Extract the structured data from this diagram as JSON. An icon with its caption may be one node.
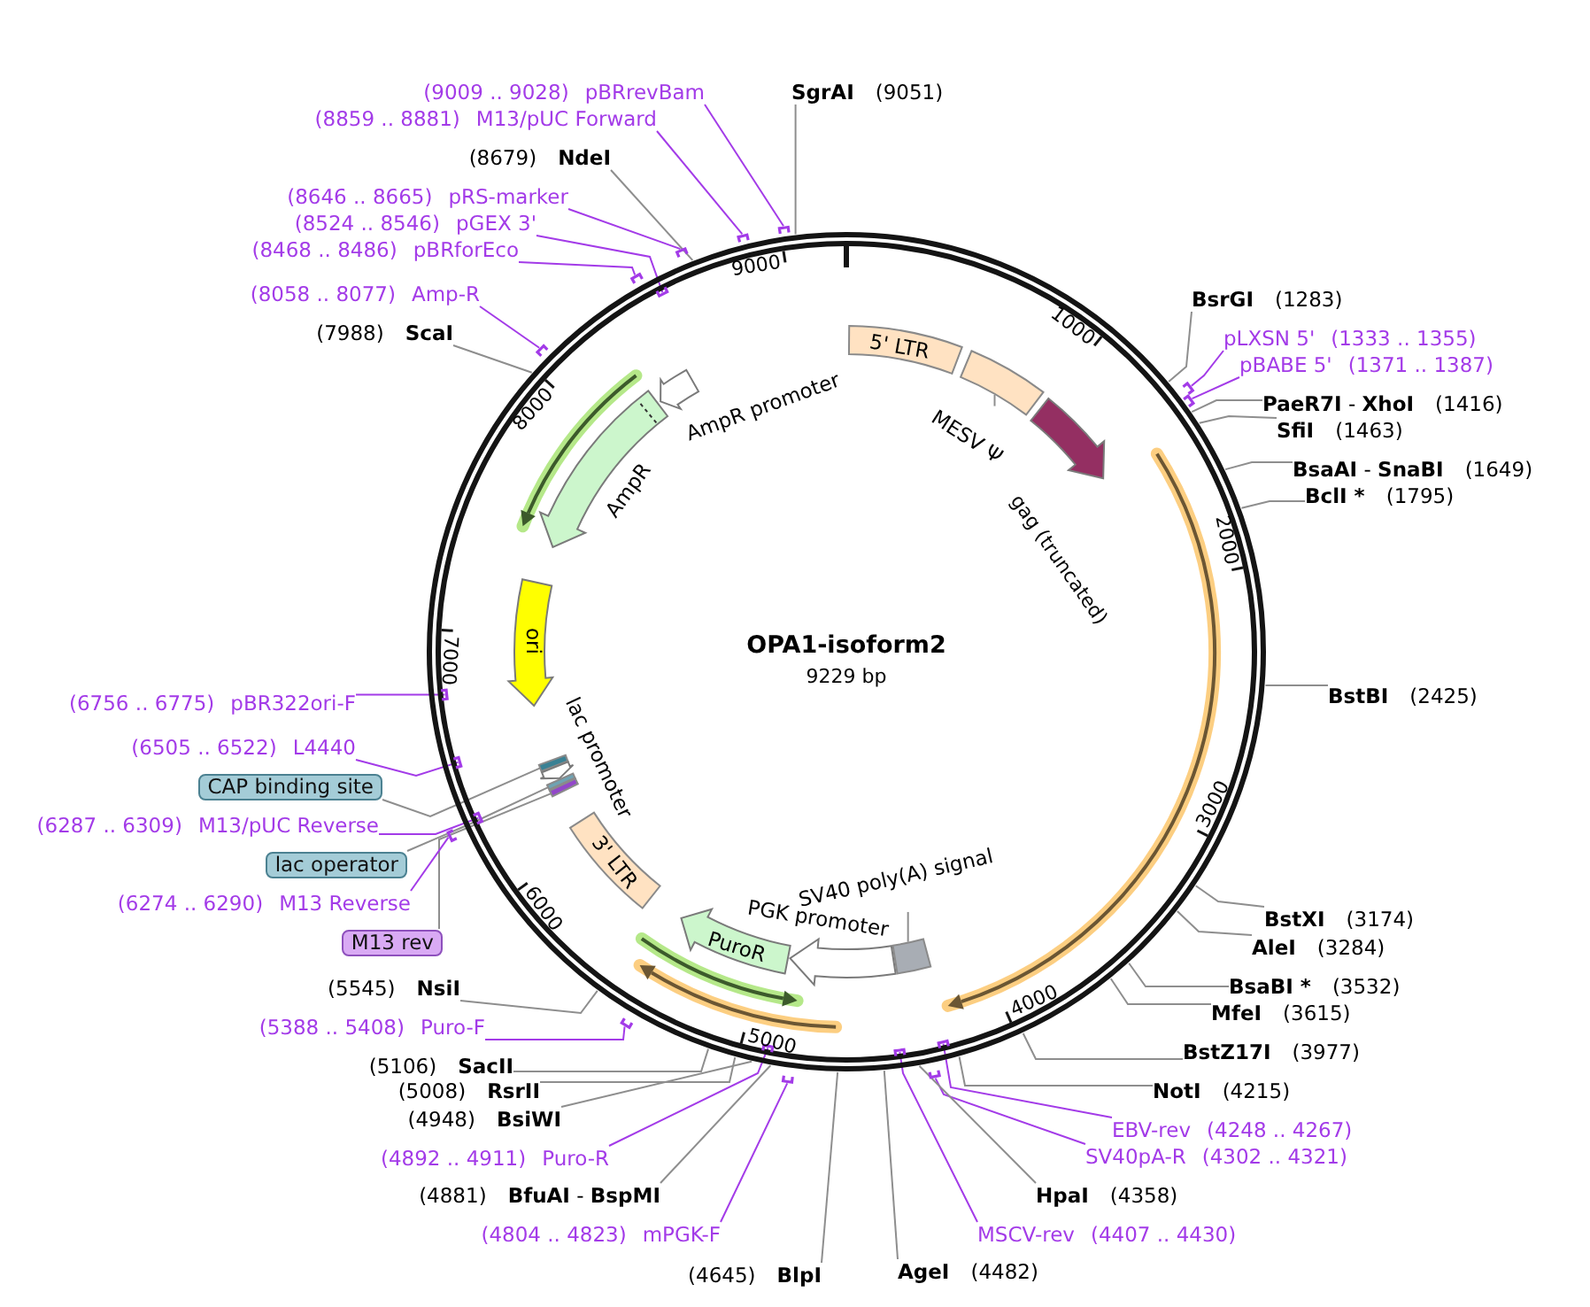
{
  "diagram": {
    "title": "OPA1-isoform2",
    "nodes": [
      {
        "text": [],
        "shape": "circle"
      },
      {
        "text": [
          "SgrAI",
          "(9051)"
        ]
      },
      {
        "text": [
          "BsrGI",
          "(1283)"
        ]
      },
      {
        "text": [
          "pLXSN 5'",
          "(1333 .. 1355)"
        ]
      },
      {
        "text": [],
        "shape": "bar"
      },
      {
        "text": [
          "pBABE 5'",
          "(1371 .. 1387)"
        ]
      },
      {
        "text": [],
        "shape": "bar"
      },
      {
        "text": [
          "**PaeR7I** - **XhoI**",
          "(1416)"
        ]
      },
      {
        "text": [
          "SfiI",
          "(1463)"
        ]
      },
      {
        "text": [
          "**BsaAI** - **SnaBI**",
          "(1649)"
        ]
      },
      {
        "text": [
          "BclI *",
          "(1795)"
        ]
      },
      {
        "text": [
          "BstBI",
          "(2425)"
        ]
      },
      {
        "text": [
          "BstXI",
          "(3174)"
        ]
      },
      {
        "text": [
          "AleI",
          "(3284)"
        ]
      },
      {
        "text": [
          "BsaBI *",
          "(3532)"
        ]
      },
      {
        "text": [
          "MfeI",
          "(3615)"
        ]
      },
      {
        "text": [
          "BstZ17I",
          "(3977)"
        ]
      },
      {
        "text": [
          "NotI",
          "(4215)"
        ]
      },
      {
        "text": [
          "EBV-rev",
          "(4248 .. 4267)"
        ]
      },
      {
        "text": [],
        "shape": "bar",
        "in": 0
      },
      {
        "text": [
          "SV40pA-R",
          "(4302 .. 4321)"
        ]
      },
      {
        "text": [],
        "shape": "bar"
      },
      {
        "text": [
          "HpaI",
          "(4358)"
        ]
      },
      {
        "text": [
          "MSCV-rev",
          "(4407 .. 4430)"
        ]
      },
      {
        "text": [],
        "shape": "bar",
        "in": 0
      },
      {
        "text": [
          "AgeI",
          "(4482)"
        ]
      },
      {
        "text": [
          "(4645)",
          "BlpI"
        ]
      },
      {
        "text": [
          "(4804 .. 4823)",
          "mPGK-F"
        ]
      },
      {
        "text": [],
        "shape": "bar"
      },
      {
        "text": [
          "(4881)",
          "**BfuAI** - **BspMI**"
        ]
      },
      {
        "text": [
          "(4892 .. 4911)",
          "Puro-R"
        ]
      },
      {
        "text": [],
        "shape": "bar",
        "in": 0
      },
      {
        "text": [
          "(4948)",
          "BsiWI"
        ]
      },
      {
        "text": [
          "(5008)",
          "RsrII"
        ]
      },
      {
        "text": [
          "(5106)",
          "SacII"
        ]
      },
      {
        "text": [
          "(5388 .. 5408)",
          "Puro-F"
        ]
      },
      {
        "text": [],
        "shape": "bar"
      },
      {
        "text": [
          "(5545)",
          "NsiI"
        ]
      },
      {
        "text": [
          "M13 rev"
        ]
      },
      {
        "text": [
          "(6274 .. 6290)",
          "M13 Reverse"
        ]
      },
      {
        "text": [],
        "shape": "bar"
      },
      {
        "text": [
          "lac operator"
        ]
      },
      {
        "text": [
          "(6287 .. 6309)",
          "M13/pUC Reverse"
        ]
      },
      {
        "text": [],
        "shape": "bar",
        "in": 0
      },
      {
        "text": [
          "CAP binding site"
        ]
      },
      {
        "text": [
          "(6505 .. 6522)",
          "L4440"
        ]
      },
      {
        "text": [],
        "shape": "bar",
        "in": 0
      },
      {
        "text": [
          "(6756 .. 6775)",
          "pBR322ori-F"
        ]
      },
      {
        "text": [],
        "shape": "bar",
        "in": 0
      },
      {
        "text": [
          "(7988)",
          "ScaI"
        ]
      },
      {
        "text": [
          "(8058 .. 8077)",
          "Amp-R"
        ]
      },
      {
        "text": [],
        "shape": "bar"
      },
      {
        "text": [
          "(8468 .. 8486)",
          "pBRforEco"
        ]
      },
      {
        "text": [],
        "shape": "bar"
      },
      {
        "text": [
          "(8524 .. 8546)",
          "pGEX 3'"
        ]
      },
      {
        "text": [],
        "shape": "bar",
        "in": 0
      },
      {
        "text": [
          "(8646 .. 8665)",
          "pRS-marker"
        ]
      },
      {
        "text": [],
        "shape": "bar"
      },
      {
        "text": [
          "(8679)",
          "NdeI"
        ]
      },
      {
        "text": [
          "(8859 .. 8881)",
          "M13/pUC Forward"
        ]
      },
      {
        "text": [],
        "shape": "bar"
      },
      {
        "text": [
          "(9009 .. 9028)",
          "pBRrevBam"
        ]
      },
      {
        "text": [],
        "shape": "bar"
      },
      {
        "text": [
          "5' LTR"
        ],
        "in": 0
      },
      {
        "text": [],
        "shape": "box",
        "in": 0
      },
      {
        "text": [
          "MESV Ψ"
        ],
        "in": 0
      },
      {
        "text": [],
        "shape": "arrow",
        "in": 0
      },
      {
        "text": [],
        "shape": "arrow",
        "in": 0
      },
      {
        "text": [],
        "shape": "box",
        "in": 0
      },
      {
        "text": [
          "SV40 poly(A) signal"
        ],
        "in": 0
      },
      {
        "text": [],
        "shape": "arrow",
        "beside": [
          "PGK promoter"
        ],
        "in": 0
      },
      {
        "text": [],
        "shape": "arrow",
        "in": 0
      },
      {
        "text": [],
        "shape": "arrow",
        "in": 0
      },
      {
        "text": [
          "PuroR"
        ],
        "in": 0
      },
      {
        "text": [
          "3' LTR"
        ],
        "in": 0
      },
      {
        "text": [],
        "shape": "bar",
        "in": 0
      },
      {
        "text": [],
        "shape": "bar",
        "in": 0
      },
      {
        "text": [],
        "shape": "arrow",
        "beside": [
          "lac promoter"
        ],
        "in": 0
      },
      {
        "text": [],
        "shape": "bar",
        "in": 0
      },
      {
        "text": [
          "ori"
        ],
        "in": 0
      },
      {
        "text": [],
        "shape": "arrow",
        "beside": [
          "AmpR"
        ],
        "in": 0
      },
      {
        "text": [],
        "shape": "arrow",
        "in": 0
      },
      {
        "text": [],
        "shape": "arrow",
        "beside": [
          "AmpR promoter"
        ],
        "in": 0
      }
    ],
    "edges": [
      {
        "from": 1,
        "to": 0,
        "arrow": "none"
      },
      {
        "from": 2,
        "to": 0,
        "arrow": "none"
      },
      {
        "from": 3,
        "to": 4,
        "arrow": "none",
        "color": "#a33be8"
      },
      {
        "from": 5,
        "to": 6,
        "arrow": "none",
        "color": "#a33be8"
      },
      {
        "from": 7,
        "to": 0,
        "arrow": "none"
      },
      {
        "from": 8,
        "to": 0,
        "arrow": "none"
      },
      {
        "from": 9,
        "to": 0,
        "arrow": "none"
      },
      {
        "from": 10,
        "to": 0,
        "arrow": "none"
      },
      {
        "from": 11,
        "to": 0,
        "arrow": "none"
      },
      {
        "from": 12,
        "to": 0,
        "arrow": "none"
      },
      {
        "from": 13,
        "to": 0,
        "arrow": "none"
      },
      {
        "from": 14,
        "to": 0,
        "arrow": "none"
      },
      {
        "from": 15,
        "to": 0,
        "arrow": "none"
      },
      {
        "from": 16,
        "to": 0,
        "arrow": "none"
      },
      {
        "from": 17,
        "to": 0,
        "arrow": "none"
      },
      {
        "from": 18,
        "to": 19,
        "arrow": "none",
        "color": "#a33be8"
      },
      {
        "from": 20,
        "to": 21,
        "arrow": "none",
        "color": "#a33be8"
      },
      {
        "from": 22,
        "to": 0,
        "arrow": "none"
      },
      {
        "from": 23,
        "to": 24,
        "arrow": "none",
        "color": "#a33be8"
      },
      {
        "from": 25,
        "to": 0,
        "arrow": "none"
      },
      {
        "from": 26,
        "to": 0,
        "arrow": "none"
      },
      {
        "from": 27,
        "to": 28,
        "arrow": "none",
        "color": "#a33be8"
      },
      {
        "from": 29,
        "to": 0,
        "arrow": "none"
      },
      {
        "from": 30,
        "to": 31,
        "arrow": "none",
        "color": "#a33be8"
      },
      {
        "from": 32,
        "to": 0,
        "arrow": "none"
      },
      {
        "from": 33,
        "to": 0,
        "arrow": "none"
      },
      {
        "from": 34,
        "to": 0,
        "arrow": "none"
      },
      {
        "from": 35,
        "to": 36,
        "arrow": "none",
        "color": "#a33be8"
      },
      {
        "from": 37,
        "to": 0,
        "arrow": "none"
      },
      {
        "from": 38,
        "to": 75,
        "arrow": "none"
      },
      {
        "from": 39,
        "to": 40,
        "arrow": "none",
        "color": "#a33be8"
      },
      {
        "from": 41,
        "to": 76,
        "arrow": "none"
      },
      {
        "from": 42,
        "to": 43,
        "arrow": "none",
        "color": "#a33be8"
      },
      {
        "from": 44,
        "to": 78,
        "arrow": "none"
      },
      {
        "from": 45,
        "to": 46,
        "arrow": "none",
        "color": "#a33be8"
      },
      {
        "from": 47,
        "to": 48,
        "arrow": "none",
        "color": "#a33be8"
      },
      {
        "from": 49,
        "to": 0,
        "arrow": "none"
      },
      {
        "from": 50,
        "to": 51,
        "arrow": "none",
        "color": "#a33be8"
      },
      {
        "from": 52,
        "to": 53,
        "arrow": "none",
        "color": "#a33be8"
      },
      {
        "from": 54,
        "to": 55,
        "arrow": "none",
        "color": "#a33be8"
      },
      {
        "from": 56,
        "to": 57,
        "arrow": "none",
        "color": "#a33be8"
      },
      {
        "from": 58,
        "to": 0,
        "arrow": "none"
      },
      {
        "from": 59,
        "to": 60,
        "arrow": "none",
        "color": "#a33be8"
      },
      {
        "from": 61,
        "to": 62,
        "arrow": "none",
        "color": "#a33be8"
      },
      {
        "from": 65,
        "to": 64,
        "arrow": "none"
      },
      {
        "from": 69,
        "to": 68,
        "arrow": "none"
      }
    ],
    "labels": [
      "9229 bp",
      "1000",
      "2000",
      "3000",
      "4000",
      "5000",
      "6000",
      "7000",
      "8000",
      "9000",
      "gag (truncated)"
    ]
  }
}
